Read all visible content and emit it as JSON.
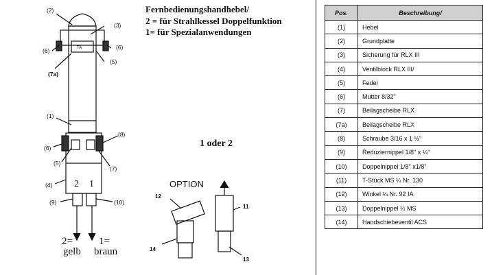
{
  "heading": {
    "line1": "Fernbedienungshandhebel/",
    "line2": "2 = für Strahlkessel Doppelfunktion",
    "line3": "1=  für Spezialanwendungen"
  },
  "figure_left": {
    "callouts": [
      "(2)",
      "(3)",
      "(6)",
      "(6)",
      "(5)",
      "(7a)",
      "(1)",
      "(8)",
      "(6)",
      "(5)",
      "(7)",
      "(4)",
      "(9)",
      "(10)"
    ],
    "port_2": "2",
    "port_1": "1",
    "out_2_line1": "2=",
    "out_2_line2": "gelb",
    "out_1_line1": "1=",
    "out_1_line2": "braun",
    "block_mark": "TA"
  },
  "count_label": "1 oder 2",
  "figure_option": {
    "title": "OPTION",
    "callouts": [
      "12",
      "11",
      "14",
      "13"
    ]
  },
  "table": {
    "headers": [
      "Pos.",
      "Beschreibung/"
    ],
    "rows": [
      {
        "pos": "(1)",
        "desc": "Hebel"
      },
      {
        "pos": "(2)",
        "desc": "Grundplatte"
      },
      {
        "pos": "(3)",
        "desc": "Sicherung für RLX III"
      },
      {
        "pos": "(4)",
        "desc": "Ventilblock RLX III/"
      },
      {
        "pos": "(5)",
        "desc": "Feder"
      },
      {
        "pos": "(6)",
        "desc": "Mutter 8/32\""
      },
      {
        "pos": "(7)",
        "desc": "Beilagscheibe RLX"
      },
      {
        "pos": "(7a)",
        "desc": "Beilagscheibe RLX"
      },
      {
        "pos": "(8)",
        "desc": "Schraube 3/16 x 1 ½\""
      },
      {
        "pos": "(9)",
        "desc": "Reduziernippel 1/8\" x ¼\""
      },
      {
        "pos": "(10)",
        "desc": "Doppelnippel 1/8\" x1/8\""
      },
      {
        "pos": "(11)",
        "desc": "T-Stück MS ¼  Nr. 130"
      },
      {
        "pos": "(12)",
        "desc": "Winkel ¼  Nr. 92 IA"
      },
      {
        "pos": "(13)",
        "desc": "Doppelnippel ¼  MS"
      },
      {
        "pos": "(14)",
        "desc": "Handschiebeventil ACS"
      }
    ]
  }
}
